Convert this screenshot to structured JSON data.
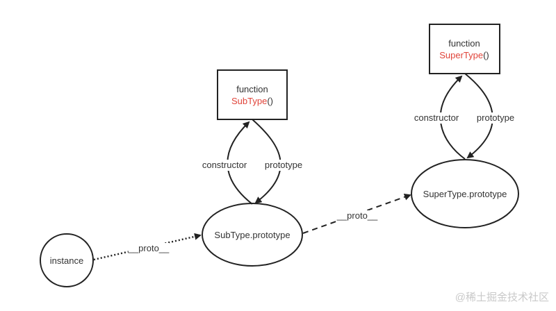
{
  "nodes": {
    "subtype_function": {
      "keyword": "function",
      "name": "SubType",
      "suffix": "()"
    },
    "supertype_function": {
      "keyword": "function",
      "name": "SuperType",
      "suffix": "()"
    },
    "subtype_prototype": {
      "label": "SubType.prototype"
    },
    "supertype_prototype": {
      "label": "SuperType.prototype"
    },
    "instance": {
      "label": "instance"
    }
  },
  "edges": {
    "sub_constructor": "constructor",
    "sub_prototype": "prototype",
    "super_constructor": "constructor",
    "super_prototype": "prototype",
    "instance_proto": "__proto__",
    "subproto_proto": "__proto__"
  },
  "watermark": "@稀土掘金技术社区",
  "colors": {
    "stroke": "#222222",
    "text": "#333333",
    "type_name": "#e0443a",
    "watermark": "#c9c9c9"
  }
}
